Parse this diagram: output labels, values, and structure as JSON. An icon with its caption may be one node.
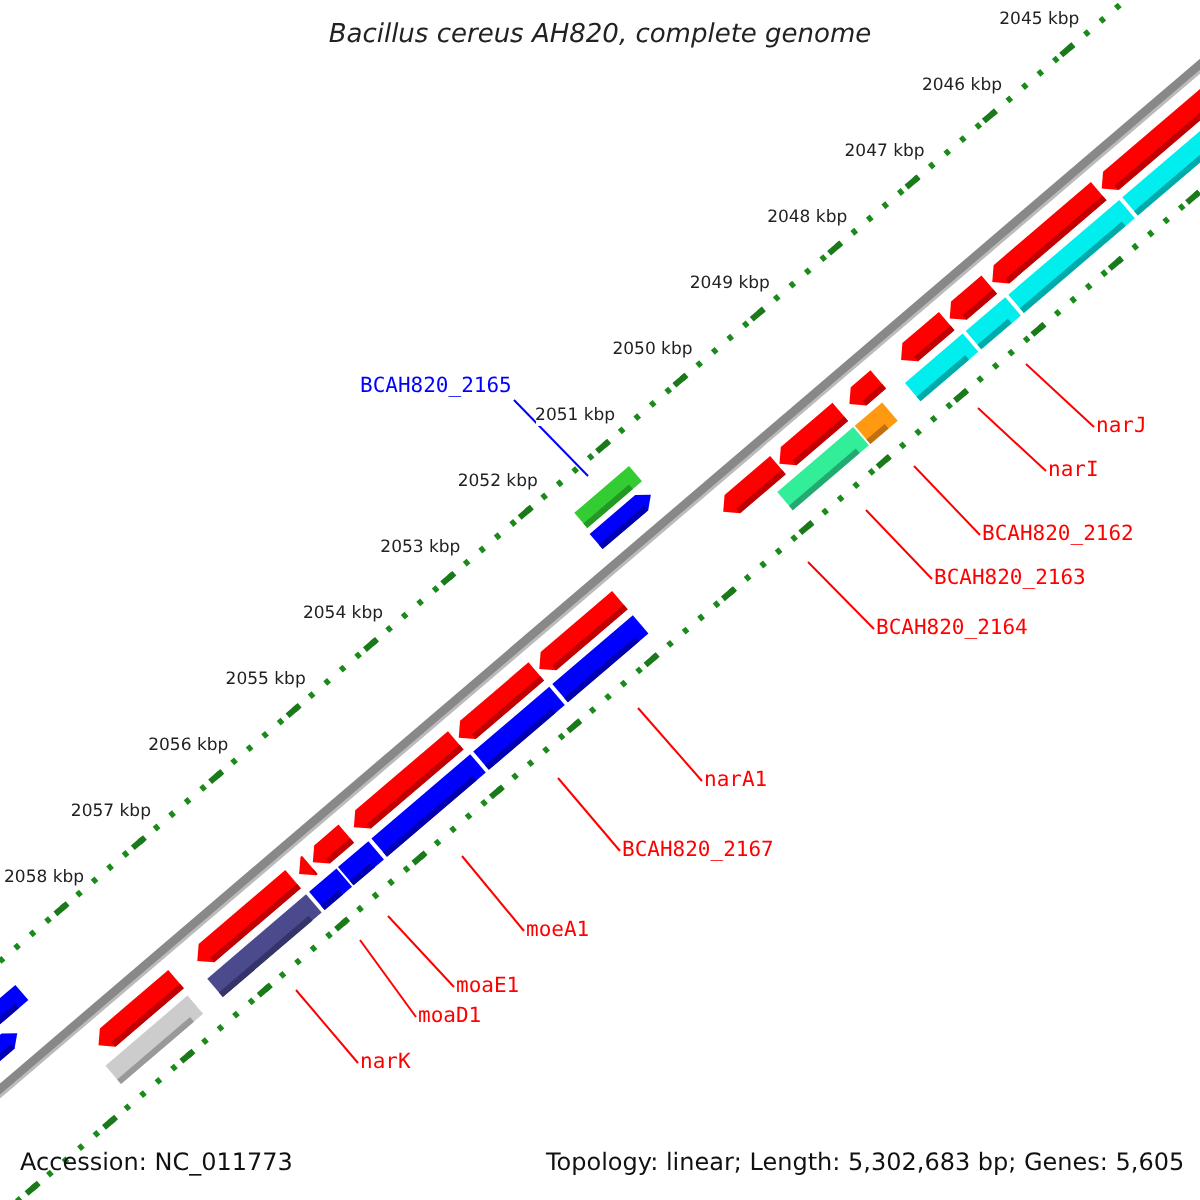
{
  "diagram": {
    "title": "Bacillus cereus AH820, complete genome",
    "nodes": [
      {
        "text": [
          "BCAH820_2165"
        ]
      },
      {
        "text": [
          "narJ"
        ]
      },
      {
        "text": [
          "narI"
        ]
      },
      {
        "text": [
          "BCAH820_2162"
        ]
      },
      {
        "text": [
          "BCAH820_2163"
        ]
      },
      {
        "text": [
          "BCAH820_2164"
        ]
      },
      {
        "text": [
          "narA1"
        ]
      },
      {
        "text": [
          "BCAH820_2167"
        ]
      },
      {
        "text": [
          "moeA1"
        ]
      },
      {
        "text": [
          "moaE1"
        ]
      },
      {
        "text": [
          "moaD1"
        ]
      },
      {
        "text": [
          "narK"
        ]
      }
    ],
    "edges": [
      {
        "from": 0,
        "to": null,
        "arrow": "none",
        "color": "#0000ff"
      },
      {
        "from": 1,
        "to": null,
        "arrow": "none"
      },
      {
        "from": 2,
        "to": null,
        "arrow": "none"
      },
      {
        "from": 3,
        "to": null,
        "arrow": "none"
      },
      {
        "from": 4,
        "to": null,
        "arrow": "none"
      },
      {
        "from": 5,
        "to": null,
        "arrow": "none"
      },
      {
        "from": 6,
        "to": null,
        "arrow": "none"
      },
      {
        "from": 7,
        "to": null,
        "arrow": "none"
      },
      {
        "from": 8,
        "to": null,
        "arrow": "none"
      },
      {
        "from": 9,
        "to": null,
        "arrow": "none"
      },
      {
        "from": 10,
        "to": null,
        "arrow": "none"
      },
      {
        "from": 11,
        "to": null,
        "arrow": "none"
      }
    ],
    "labels": [
      "2045 kbp",
      "2046 kbp",
      "2047 kbp",
      "2048 kbp",
      "2049 kbp",
      "2050 kbp",
      "2051 kbp",
      "2052 kbp",
      "2053 kbp",
      "2054 kbp",
      "2055 kbp",
      "2056 kbp",
      "2057 kbp",
      "2058 kbp",
      "Accession: NC_011773",
      "Topology: linear; Length: 5,302,683 bp; Genes: 5,605"
    ]
  }
}
